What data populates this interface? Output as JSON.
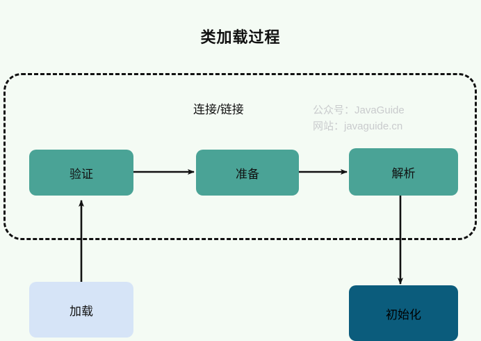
{
  "diagram": {
    "title": "类加载过程",
    "background_color": "#f4fbf4",
    "group": {
      "label": "连接/链接",
      "border_style": "dashed"
    },
    "watermark": {
      "line1": "公众号：JavaGuide",
      "line2": "网站：javaguide.cn",
      "color": "#c9cbcd"
    },
    "nodes": [
      {
        "id": "load",
        "label": "加载",
        "color": "#d6e4f7"
      },
      {
        "id": "verify",
        "label": "验证",
        "color": "#4aa396"
      },
      {
        "id": "prepare",
        "label": "准备",
        "color": "#4aa396"
      },
      {
        "id": "resolve",
        "label": "解析",
        "color": "#4aa396"
      },
      {
        "id": "init",
        "label": "初始化",
        "color": "#0b5c7c"
      }
    ],
    "edges": [
      {
        "from": "load",
        "to": "verify",
        "direction": "up"
      },
      {
        "from": "verify",
        "to": "prepare",
        "direction": "right"
      },
      {
        "from": "prepare",
        "to": "resolve",
        "direction": "right"
      },
      {
        "from": "resolve",
        "to": "init",
        "direction": "down"
      }
    ]
  }
}
